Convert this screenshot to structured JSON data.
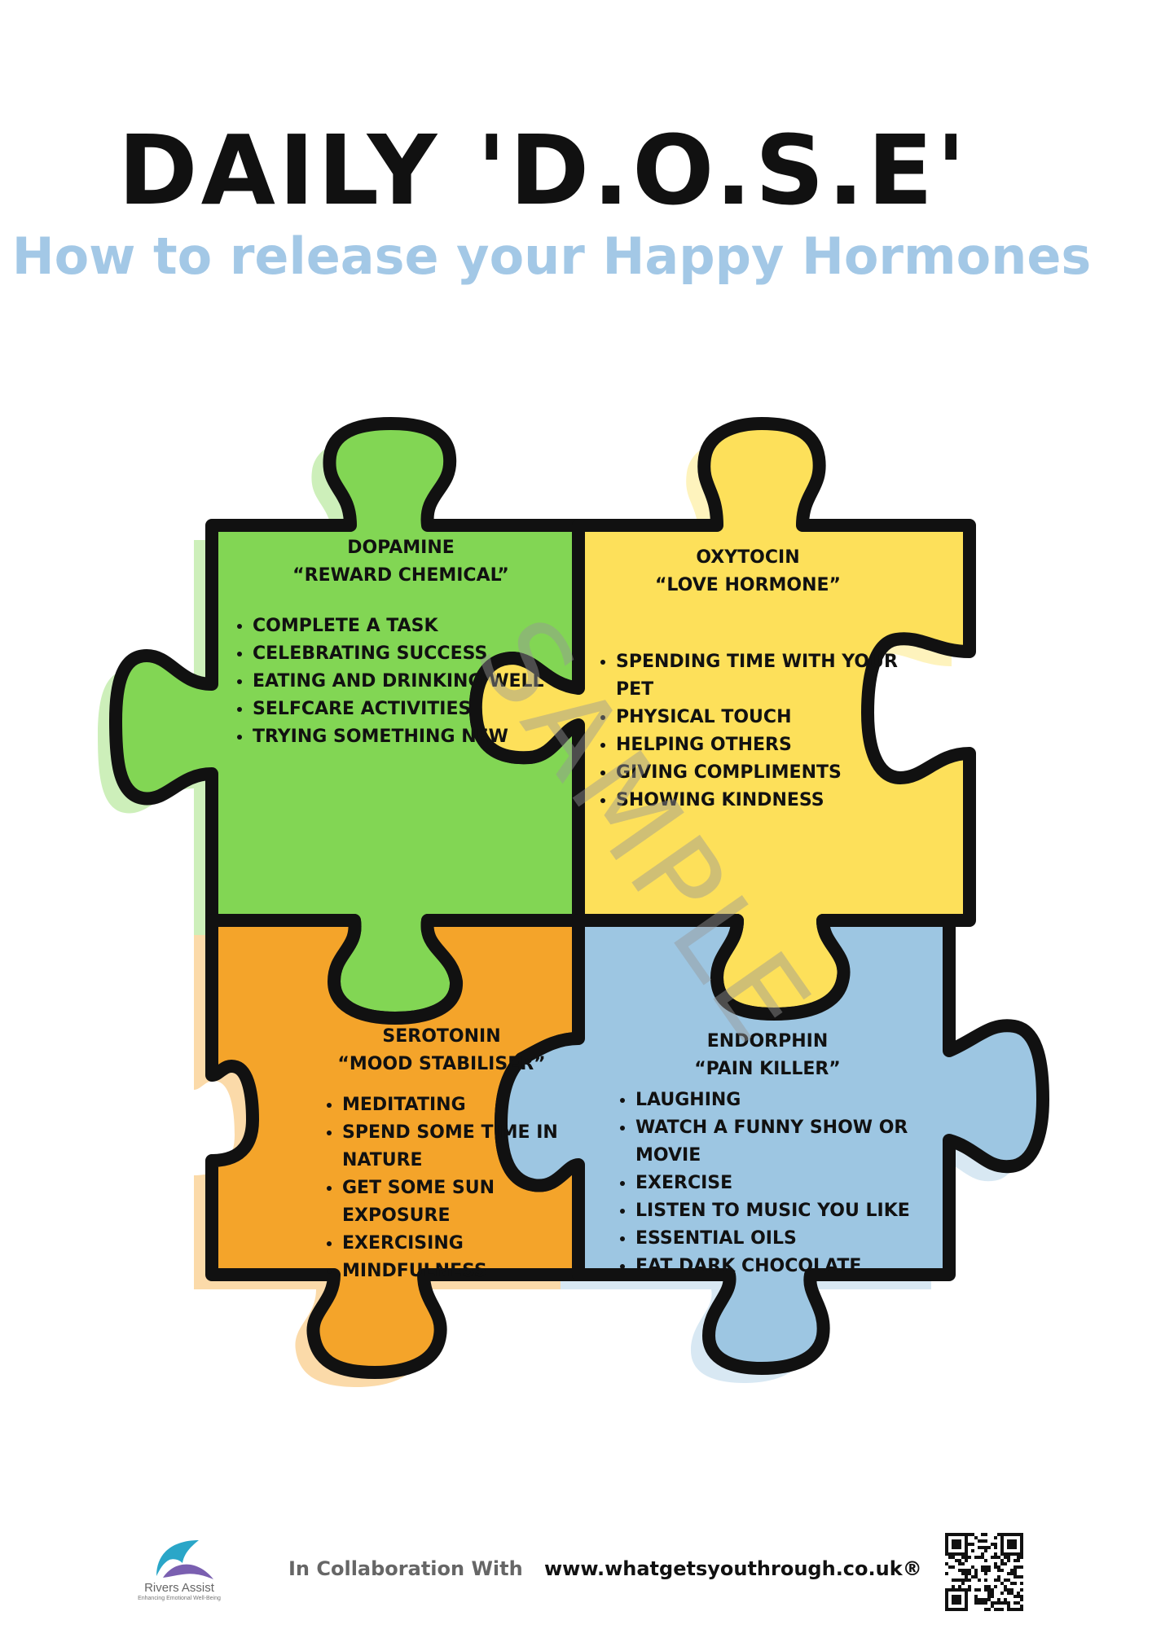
{
  "title": "DAILY 'D.O.S.E'",
  "subtitle": "How to release your Happy Hormones",
  "colors": {
    "green": "#82d654",
    "yellow": "#fde05a",
    "orange": "#f4a42a",
    "blue": "#9dc6e2",
    "subtitle": "#a3c8e6"
  },
  "pieces": {
    "dopamine": {
      "name": "DOPAMINE",
      "nickname": "“REWARD CHEMICAL”",
      "items": [
        "COMPLETE A TASK",
        "CELEBRATING SUCCESS",
        "EATING AND DRINKING WELL",
        "SELFCARE ACTIVITIES",
        "TRYING SOMETHING NEW"
      ]
    },
    "oxytocin": {
      "name": "OXYTOCIN",
      "nickname": "“LOVE HORMONE”",
      "items": [
        "SPENDING TIME WITH YOUR PET",
        "PHYSICAL TOUCH",
        "HELPING OTHERS",
        "GIVING COMPLIMENTS",
        "SHOWING KINDNESS"
      ]
    },
    "serotonin": {
      "name": "SEROTONIN",
      "nickname": "“MOOD STABILISER”",
      "items": [
        "MEDITATING",
        "SPEND SOME TIME IN NATURE",
        "GET SOME SUN EXPOSURE",
        "EXERCISING",
        "MINDFULNESS"
      ]
    },
    "endorphin": {
      "name": "ENDORPHIN",
      "nickname": "“PAIN KILLER”",
      "items": [
        "LAUGHING",
        "WATCH A FUNNY SHOW OR MOVIE",
        "EXERCISE",
        "LISTEN TO MUSIC YOU LIKE",
        "ESSENTIAL OILS",
        "EAT DARK CHOCOLATE"
      ]
    }
  },
  "watermark": "SAMPLE",
  "footer": {
    "logo_name": "Rivers Assist",
    "logo_tagline": "Enhancing Emotional Well-Being",
    "collaboration": "In Collaboration With",
    "url": "www.whatgetsyouthrough.co.uk®"
  }
}
